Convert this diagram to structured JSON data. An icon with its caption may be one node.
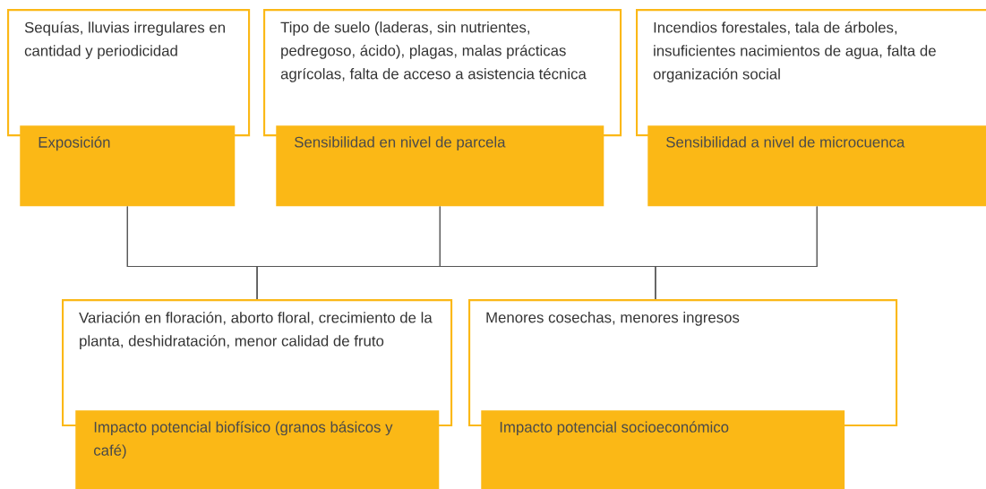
{
  "diagram": {
    "nodes": [
      {
        "text": [
          "Sequías, lluvias irregulares en cantidad y periodicidad",
          "Exposición"
        ]
      },
      {
        "text": [
          "Tipo de suelo (laderas, sin nutrientes, pedregoso, ácido), plagas, malas prácticas agrícolas, falta de acceso a asistencia técnica",
          "Sensibilidad en nivel de parcela"
        ]
      },
      {
        "text": [
          "Incendios forestales, tala de árboles, insuficientes nacimientos de agua, falta de organización social",
          "Sensibilidad a nivel de microcuenca"
        ]
      },
      {
        "text": [
          "Variación en floración, aborto floral, crecimiento de la planta, deshidratación, menor calidad de fruto",
          "Impacto potencial biofísico (granos básicos y café)"
        ]
      },
      {
        "text": [
          "Menores cosechas, menores ingresos",
          "Impacto potencial socioeconómico"
        ]
      }
    ],
    "edges": [
      {
        "from": 0,
        "to": 3,
        "arrow": "none"
      },
      {
        "from": 0,
        "to": 4,
        "arrow": "none"
      },
      {
        "from": 1,
        "to": 3,
        "arrow": "none"
      },
      {
        "from": 1,
        "to": 4,
        "arrow": "none"
      },
      {
        "from": 2,
        "to": 3,
        "arrow": "none"
      },
      {
        "from": 2,
        "to": 4,
        "arrow": "none"
      }
    ]
  }
}
